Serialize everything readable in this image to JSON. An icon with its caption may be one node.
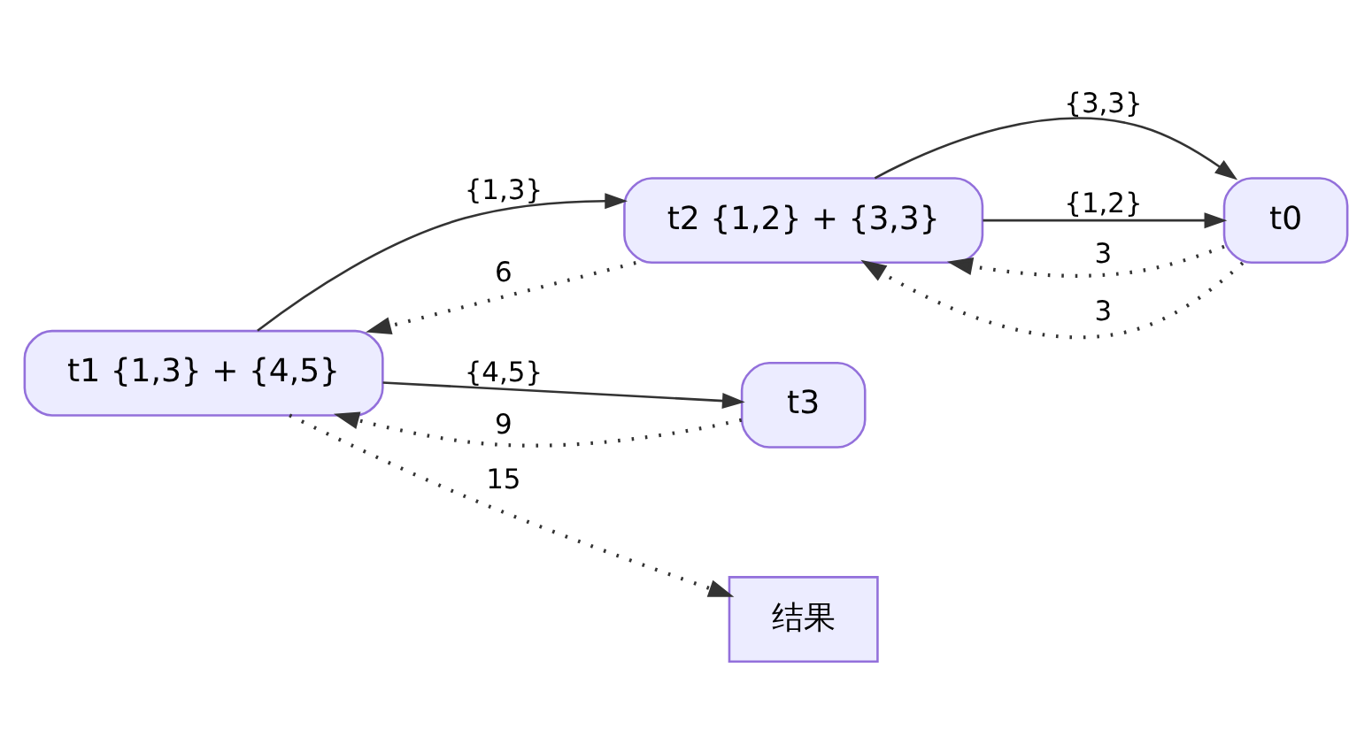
{
  "diagram": {
    "nodes": [
      {
        "text": [
          "t1 {1,3} + {4,5}"
        ]
      },
      {
        "text": [
          "t2 {1,2} + {3,3}"
        ]
      },
      {
        "text": [
          "t0"
        ]
      },
      {
        "text": [
          "t3"
        ]
      },
      {
        "text": [
          "结果"
        ]
      }
    ],
    "edges": [
      {
        "from": 0,
        "to": 1,
        "arrow": "to",
        "label": "{1,3}"
      },
      {
        "from": 1,
        "to": 0,
        "arrow": "to",
        "label": "6",
        "style": "dashed"
      },
      {
        "from": 1,
        "to": 2,
        "arrow": "to",
        "label": "{3,3}"
      },
      {
        "from": 1,
        "to": 2,
        "arrow": "to",
        "label": "{1,2}"
      },
      {
        "from": 2,
        "to": 1,
        "arrow": "to",
        "label": "3",
        "style": "dashed"
      },
      {
        "from": 2,
        "to": 1,
        "arrow": "to",
        "label": "3",
        "style": "dashed"
      },
      {
        "from": 0,
        "to": 3,
        "arrow": "to",
        "label": "{4,5}"
      },
      {
        "from": 3,
        "to": 0,
        "arrow": "to",
        "label": "9",
        "style": "dashed"
      },
      {
        "from": 0,
        "to": 4,
        "arrow": "to",
        "label": "15",
        "style": "dashed"
      }
    ]
  }
}
